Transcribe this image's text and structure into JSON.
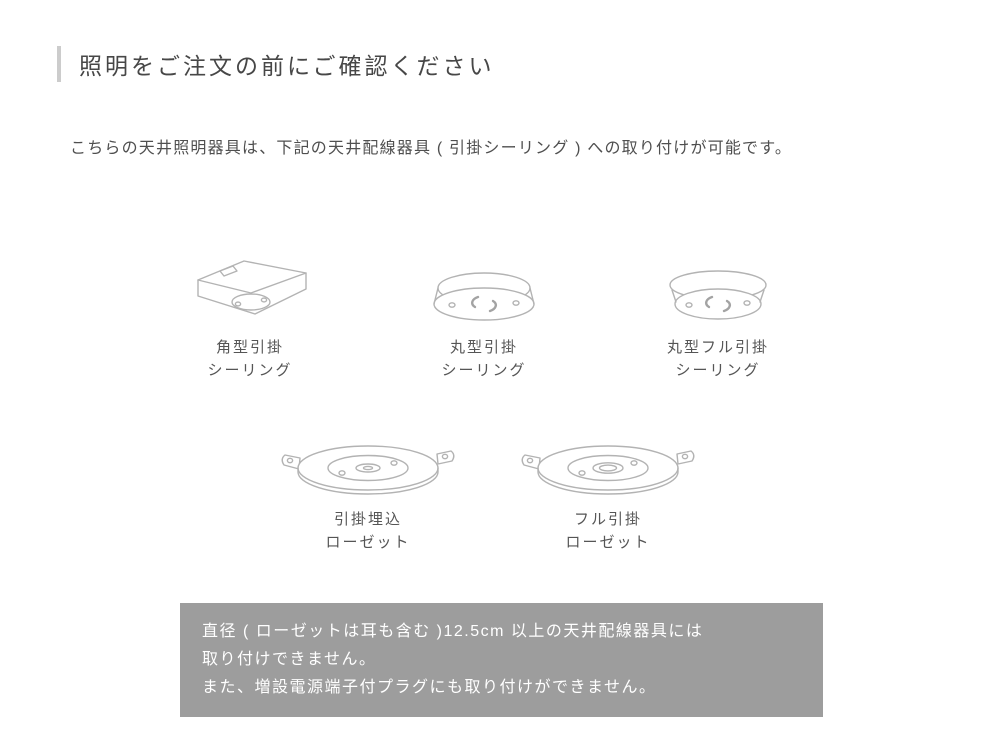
{
  "header": {
    "title": "照明をご注文の前にご確認ください"
  },
  "intro": {
    "text": "こちらの天井照明器具は、下記の天井配線器具 ( 引掛シーリング ) への取り付けが可能です。"
  },
  "fixtures": {
    "row1": [
      {
        "label1": "角型引掛",
        "label2": "シーリング"
      },
      {
        "label1": "丸型引掛",
        "label2": "シーリング"
      },
      {
        "label1": "丸型フル引掛",
        "label2": "シーリング"
      }
    ],
    "row2": [
      {
        "label1": "引掛埋込",
        "label2": "ローゼット"
      },
      {
        "label1": "フル引掛",
        "label2": "ローゼット"
      }
    ]
  },
  "note": {
    "line1": "直径 ( ローゼットは耳も含む )12.5cm 以上の天井配線器具には",
    "line2": "取り付けできません。",
    "line3": "また、増設電源端子付プラグにも取り付けができません。"
  },
  "colors": {
    "note_background": "#9d9d9d",
    "note_text": "#ffffff",
    "heading_text": "#474747",
    "body_text": "#4f4f4f",
    "line_art": "#b3b3b3",
    "accent_bar": "#cccccc"
  }
}
